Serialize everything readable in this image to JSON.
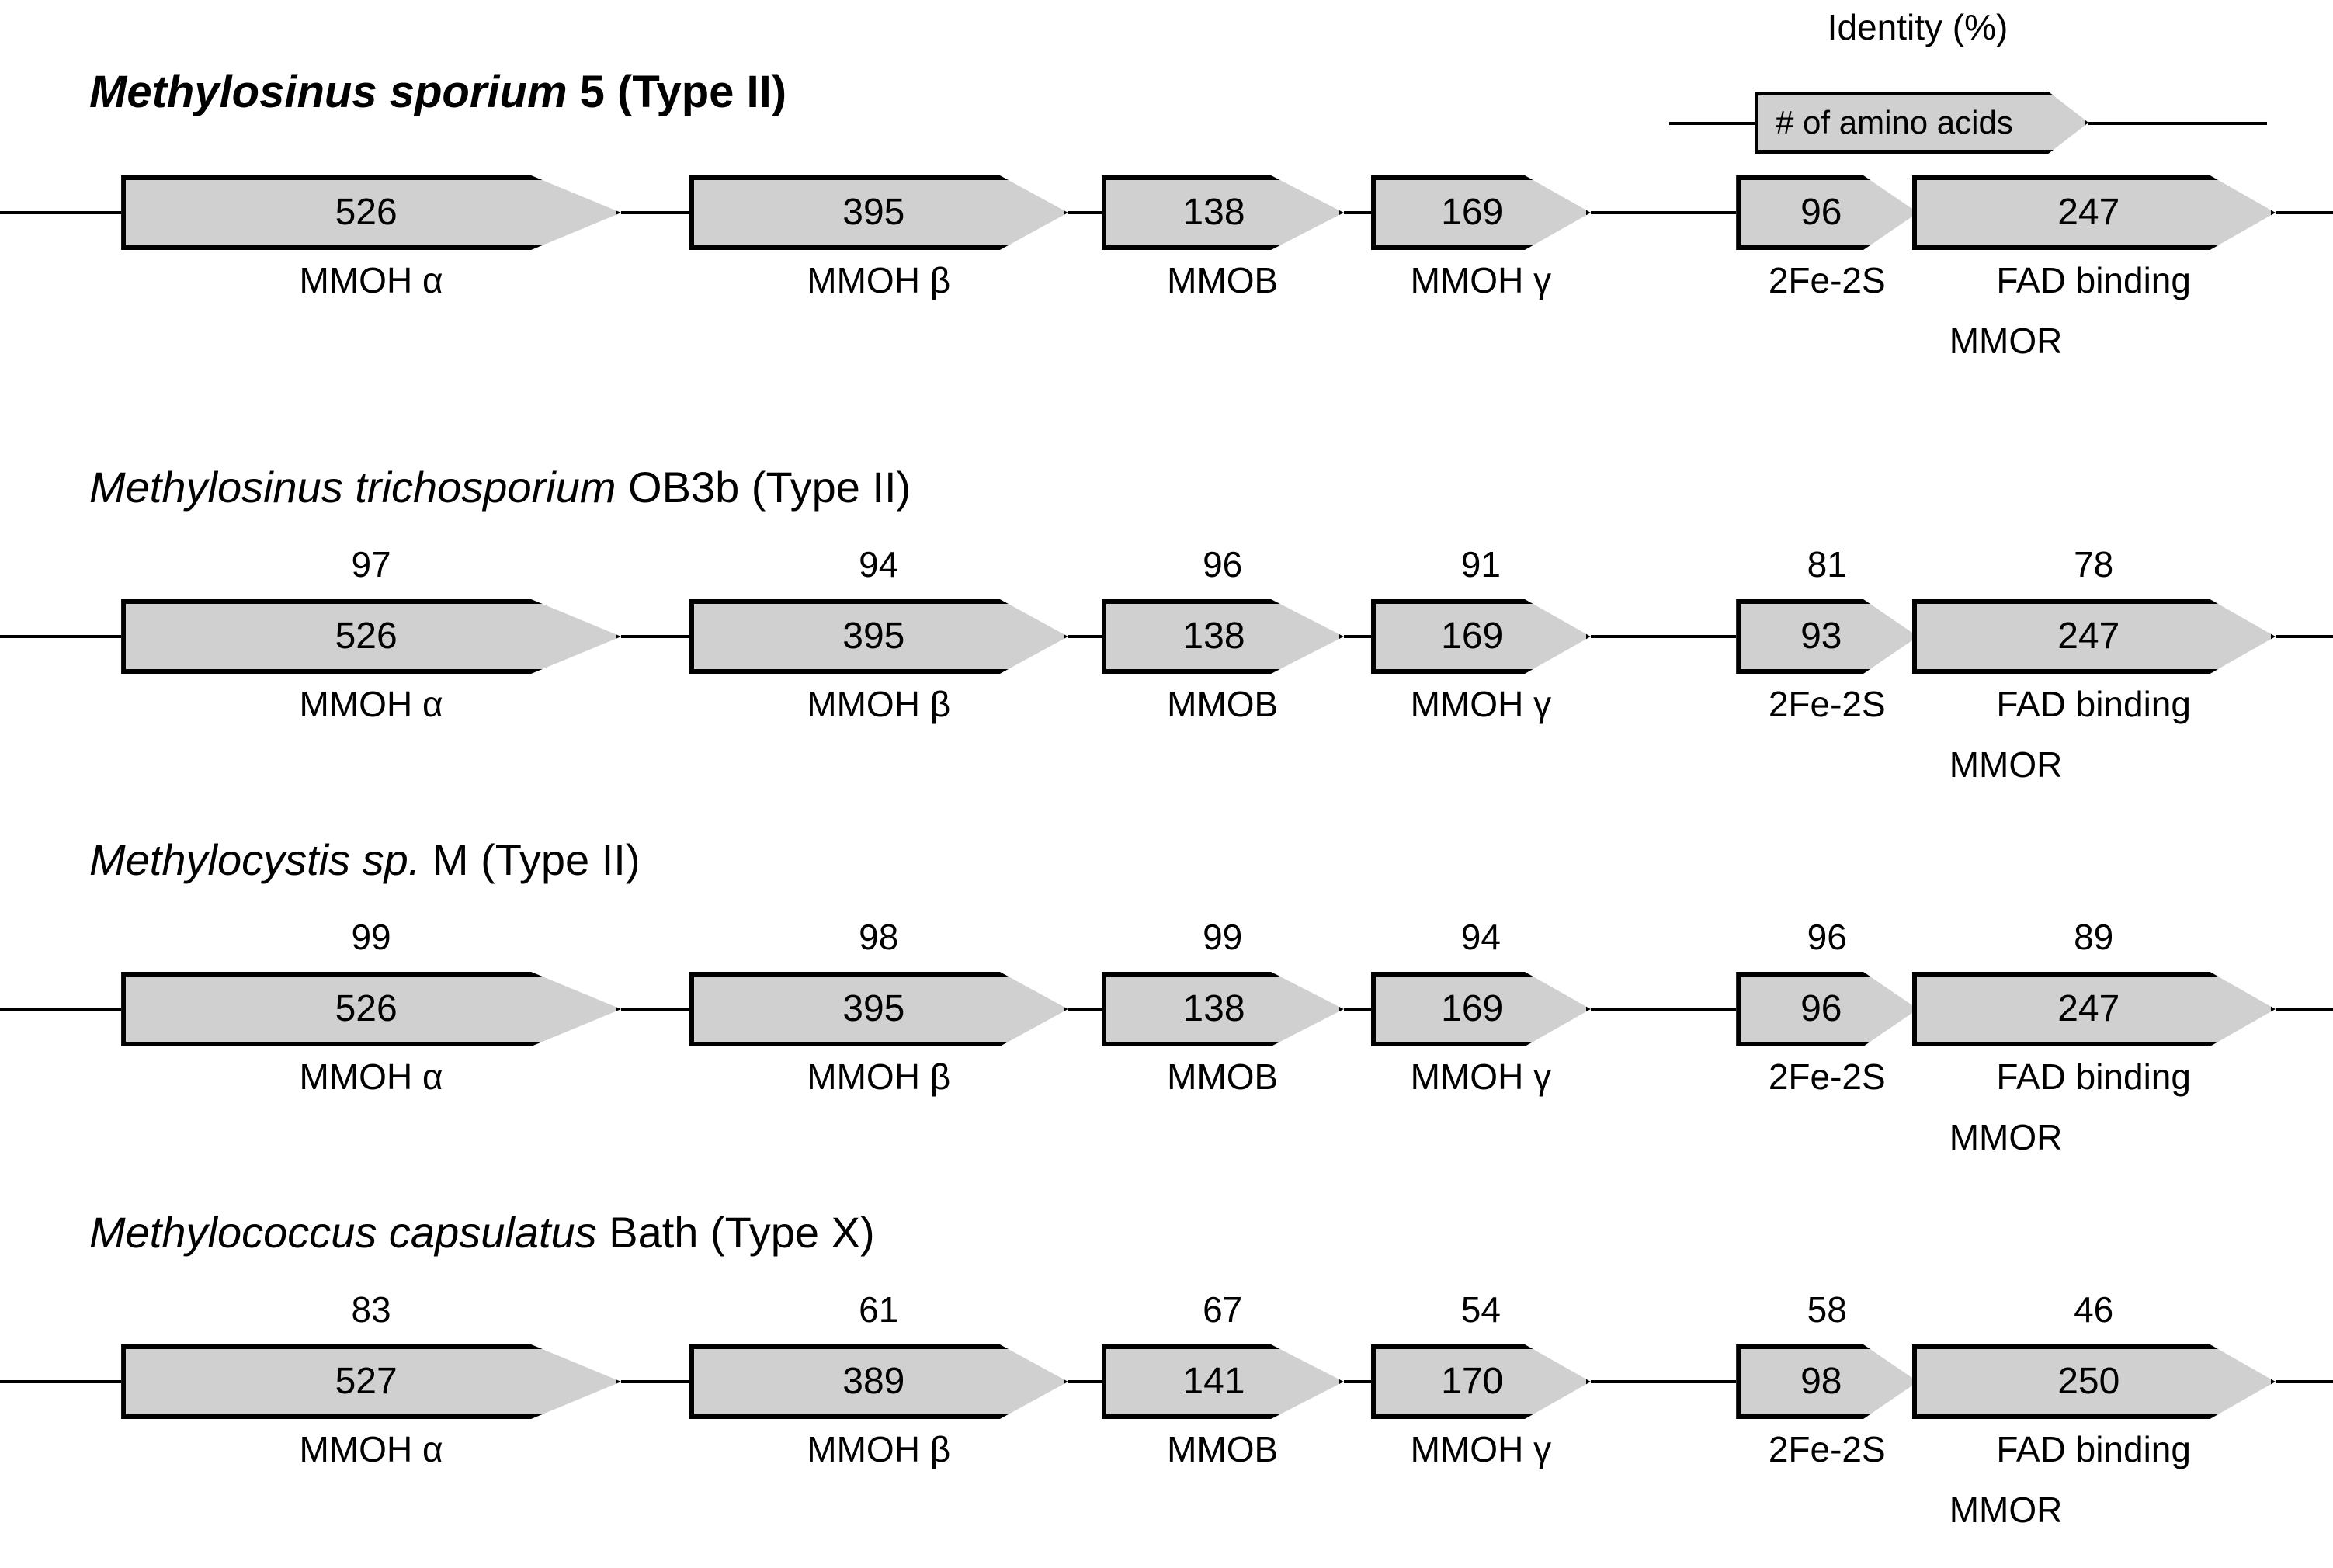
{
  "legend": {
    "identity_label": "Identity (%)",
    "arrow_label": "# of amino acids"
  },
  "operon_structure": {
    "gene_labels": [
      "MMOH α",
      "MMOH β",
      "MMOB",
      "MMOH γ",
      "2Fe-2S",
      "FAD binding"
    ],
    "mmor_label": "MMOR"
  },
  "species": [
    {
      "name_sci": "Methylosinus sporium",
      "name_rest": " 5 (Type II)",
      "is_reference": true,
      "amino_acids": [
        "526",
        "395",
        "138",
        "169",
        "96",
        "247"
      ],
      "identity": [
        "",
        "",
        "",
        "",
        "",
        ""
      ]
    },
    {
      "name_sci": "Methylosinus trichosporium",
      "name_rest": " OB3b (Type II)",
      "is_reference": false,
      "amino_acids": [
        "526",
        "395",
        "138",
        "169",
        "93",
        "247"
      ],
      "identity": [
        "97",
        "94",
        "96",
        "91",
        "81",
        "78"
      ]
    },
    {
      "name_sci": "Methylocystis sp.",
      "name_rest": " M (Type II)",
      "is_reference": false,
      "amino_acids": [
        "526",
        "395",
        "138",
        "169",
        "96",
        "247"
      ],
      "identity": [
        "99",
        "98",
        "99",
        "94",
        "96",
        "89"
      ]
    },
    {
      "name_sci": "Methylococcus capsulatus",
      "name_rest": " Bath (Type X)",
      "is_reference": false,
      "amino_acids": [
        "527",
        "389",
        "141",
        "170",
        "98",
        "250"
      ],
      "identity": [
        "83",
        "61",
        "67",
        "54",
        "58",
        "46"
      ]
    }
  ],
  "colors": {
    "gene_fill": "#d0d0d0",
    "stroke": "#000000",
    "background": "#ffffff"
  }
}
